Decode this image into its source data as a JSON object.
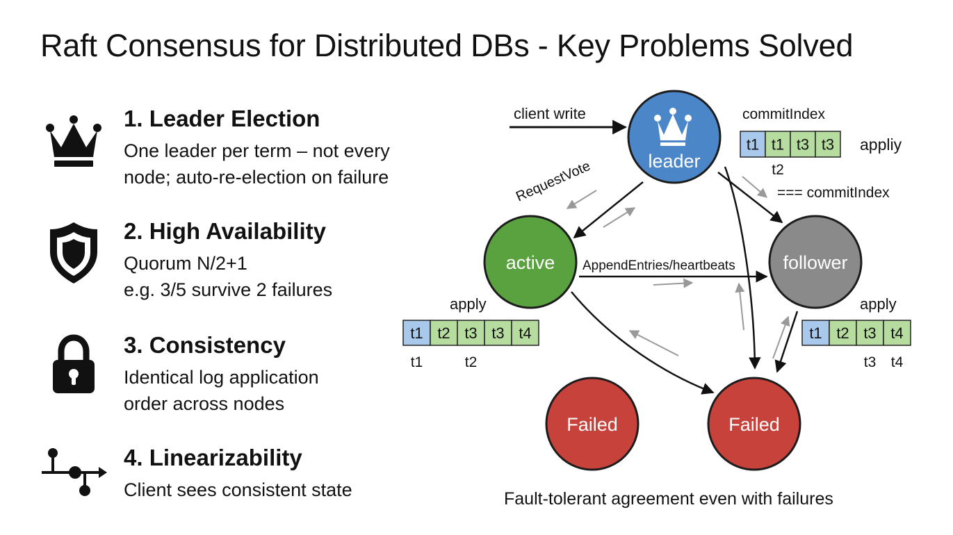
{
  "title": "Raft Consensus for Distributed DBs - Key Problems Solved",
  "problems": [
    {
      "title": "1. Leader Election",
      "icon": "crown-icon",
      "lines": [
        "One leader per term – not every",
        "node; auto-re-election on failure"
      ]
    },
    {
      "title": "2. High Availability",
      "icon": "shield-icon",
      "lines": [
        "Quorum N/2+1",
        "e.g. 3/5 survive 2 failures"
      ]
    },
    {
      "title": "3. Consistency",
      "icon": "lock-icon",
      "lines": [
        "Identical log application",
        "order across nodes"
      ]
    },
    {
      "title": "4. Linearizability",
      "icon": "usb-branch-icon",
      "lines": [
        "Client sees consistent state"
      ]
    }
  ],
  "diagram": {
    "nodes": {
      "leader": {
        "label": "leader",
        "color": "#4a86c8",
        "icon": "crown-icon"
      },
      "active": {
        "label": "active",
        "color": "#5aa240"
      },
      "follower": {
        "label": "follower",
        "color": "#8a8a8a"
      },
      "failed_left": {
        "label": "Failed",
        "color": "#c8423c"
      },
      "failed_right": {
        "label": "Failed",
        "color": "#c8423c"
      }
    },
    "labels": {
      "client_write": "client write",
      "request_vote": "RequestVote",
      "append_entries": "AppendEntries/heartbeats",
      "commit_index_top": "commitIndex",
      "commit_index_eq": "=== commitIndex",
      "apply_leader": "appliy",
      "apply_active": "apply",
      "apply_follower": "apply"
    },
    "logs": {
      "leader": {
        "cells": [
          {
            "text": "t1",
            "color": "#a8c8ec"
          },
          {
            "text": "t1",
            "color": "#b6dca0"
          },
          {
            "text": "t3",
            "color": "#b6dca0"
          },
          {
            "text": "t3",
            "color": "#b6dca0"
          }
        ],
        "under": [
          "",
          "t2",
          "",
          ""
        ]
      },
      "active": {
        "cells": [
          {
            "text": "t1",
            "color": "#a8c8ec"
          },
          {
            "text": "t2",
            "color": "#b6dca0"
          },
          {
            "text": "t3",
            "color": "#b6dca0"
          },
          {
            "text": "t3",
            "color": "#b6dca0"
          },
          {
            "text": "t4",
            "color": "#b6dca0"
          }
        ],
        "under": [
          "t1",
          "",
          "t2",
          "",
          ""
        ]
      },
      "follower": {
        "cells": [
          {
            "text": "t1",
            "color": "#a8c8ec"
          },
          {
            "text": "t2",
            "color": "#b6dca0"
          },
          {
            "text": "t3",
            "color": "#b6dca0"
          },
          {
            "text": "t4",
            "color": "#b6dca0"
          }
        ],
        "under": [
          "",
          "",
          "t3",
          "t4"
        ]
      }
    },
    "footer": "Fault-tolerant agreement even with failures"
  }
}
